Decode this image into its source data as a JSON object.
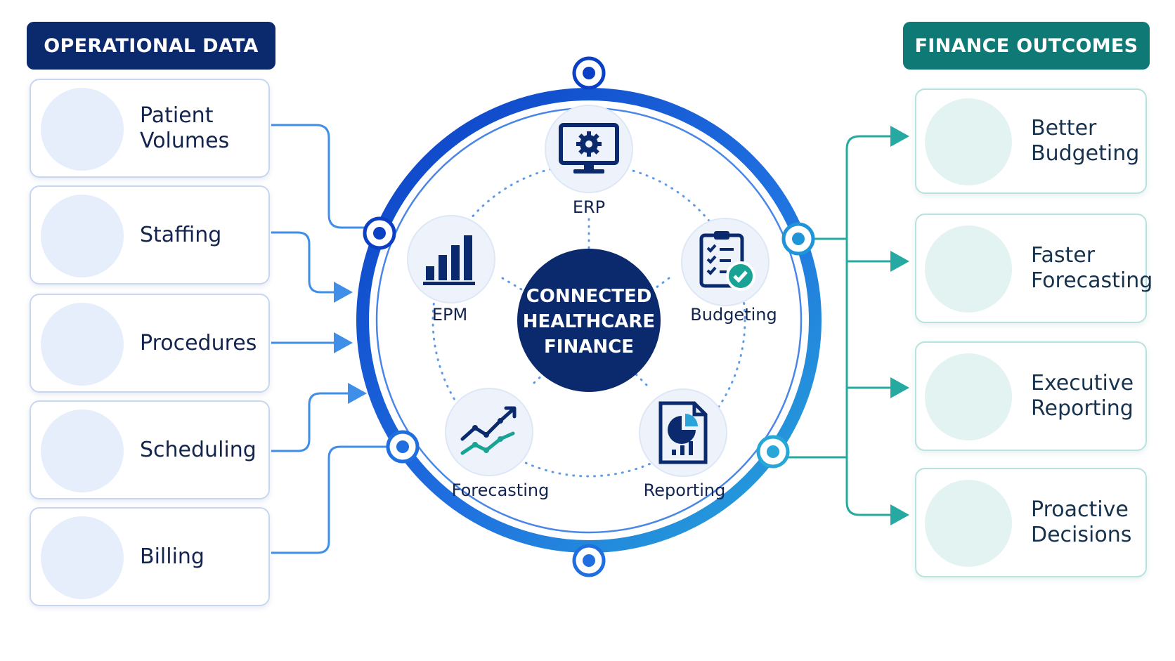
{
  "headers": {
    "left": "OPERATIONAL DATA",
    "right": "FINANCE OUTCOMES"
  },
  "operational_data": [
    {
      "label_line1": "Patient",
      "label_line2": "Volumes",
      "icon": "people-group-icon"
    },
    {
      "label_line1": "Staffing",
      "label_line2": "",
      "icon": "nurse-icon"
    },
    {
      "label_line1": "Procedures",
      "label_line2": "",
      "icon": "heartbeat-icon"
    },
    {
      "label_line1": "Scheduling",
      "label_line2": "",
      "icon": "calendar-icon"
    },
    {
      "label_line1": "Billing",
      "label_line2": "",
      "icon": "invoice-dollar-icon"
    }
  ],
  "hub": {
    "center_line1": "CONNECTED",
    "center_line2": "HEALTHCARE",
    "center_line3": "FINANCE",
    "nodes": [
      {
        "label": "ERP",
        "icon": "monitor-gear-icon"
      },
      {
        "label": "Budgeting",
        "icon": "checklist-icon"
      },
      {
        "label": "Reporting",
        "icon": "report-chart-icon"
      },
      {
        "label": "Forecasting",
        "icon": "trend-lines-icon"
      },
      {
        "label": "EPM",
        "icon": "bar-chart-icon"
      }
    ]
  },
  "finance_outcomes": [
    {
      "label_line1": "Better",
      "label_line2": "Budgeting",
      "icon": "growth-chart-icon"
    },
    {
      "label_line1": "Faster",
      "label_line2": "Forecasting",
      "icon": "speedometer-icon"
    },
    {
      "label_line1": "Executive",
      "label_line2": "Reporting",
      "icon": "presentation-screen-icon"
    },
    {
      "label_line1": "Proactive",
      "label_line2": "Decisions",
      "icon": "lightbulb-icon"
    }
  ],
  "colors": {
    "navy": "#0b2a6e",
    "blue": "#1f6fe0",
    "teal": "#0f7a75",
    "teal_light": "#2bb3aa"
  }
}
